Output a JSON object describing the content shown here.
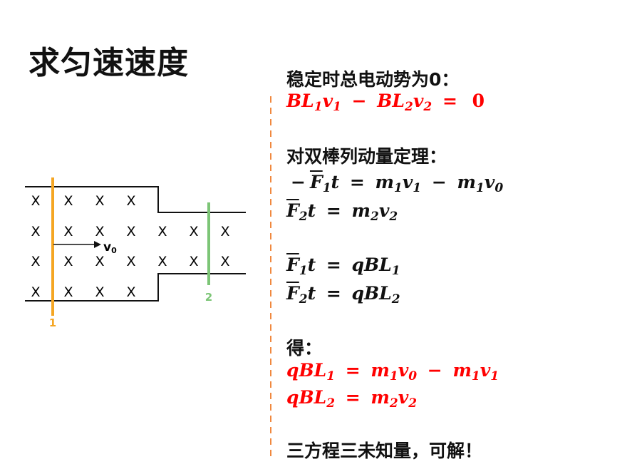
{
  "title": "求匀速速度",
  "diagram": {
    "velocity_label": "v",
    "velocity_sub": "0",
    "rod1_label": "1",
    "rod2_label": "2",
    "field_mark": "X",
    "colors": {
      "rod1": "#f5a623",
      "rod2": "#7cc576",
      "divider": "#f0883e"
    }
  },
  "lines": [
    {
      "text": "稳定时总电动势为0："
    },
    {
      "eq": [
        [
          "BL"
        ],
        [
          "1",
          "s"
        ],
        [
          "v"
        ],
        [
          "1",
          "s"
        ],
        [
          " − ",
          "o"
        ],
        [
          "BL"
        ],
        [
          "2",
          "s"
        ],
        [
          "v"
        ],
        [
          "2",
          "s"
        ],
        [
          " = ",
          "o"
        ],
        [
          "0",
          "o"
        ]
      ],
      "red": true
    },
    {
      "text": "对双棒列动量定理："
    },
    {
      "eq": [
        [
          "−",
          "o"
        ],
        [
          "F",
          "ov"
        ],
        [
          "1",
          "s"
        ],
        [
          "t"
        ],
        [
          " = ",
          "o"
        ],
        [
          "m"
        ],
        [
          "1",
          "s"
        ],
        [
          "v"
        ],
        [
          "1",
          "s"
        ],
        [
          " − ",
          "o"
        ],
        [
          "m"
        ],
        [
          "1",
          "s"
        ],
        [
          "v"
        ],
        [
          "0",
          "s"
        ]
      ]
    },
    {
      "eq": [
        [
          "F",
          "ov"
        ],
        [
          "2",
          "s"
        ],
        [
          "t"
        ],
        [
          " = ",
          "o"
        ],
        [
          "m"
        ],
        [
          "2",
          "s"
        ],
        [
          "v"
        ],
        [
          "2",
          "s"
        ]
      ]
    },
    {
      "eq": [
        [
          "F",
          "ov"
        ],
        [
          "1",
          "s"
        ],
        [
          "t"
        ],
        [
          " = ",
          "o"
        ],
        [
          "qBL"
        ],
        [
          "1",
          "s"
        ]
      ]
    },
    {
      "eq": [
        [
          "F",
          "ov"
        ],
        [
          "2",
          "s"
        ],
        [
          "t"
        ],
        [
          " = ",
          "o"
        ],
        [
          "qBL"
        ],
        [
          "2",
          "s"
        ]
      ]
    },
    {
      "text": "得："
    },
    {
      "eq": [
        [
          "qBL"
        ],
        [
          "1",
          "s"
        ],
        [
          " = ",
          "o"
        ],
        [
          "m"
        ],
        [
          "1",
          "s"
        ],
        [
          "v"
        ],
        [
          "0",
          "s"
        ],
        [
          " − ",
          "o"
        ],
        [
          "m"
        ],
        [
          "1",
          "s"
        ],
        [
          "v"
        ],
        [
          "1",
          "s"
        ]
      ],
      "red": true
    },
    {
      "eq": [
        [
          "qBL"
        ],
        [
          "2",
          "s"
        ],
        [
          " = ",
          "o"
        ],
        [
          "m"
        ],
        [
          "2",
          "s"
        ],
        [
          "v"
        ],
        [
          "2",
          "s"
        ]
      ],
      "red": true
    },
    {
      "text": "三方程三未知量，可解！"
    }
  ]
}
